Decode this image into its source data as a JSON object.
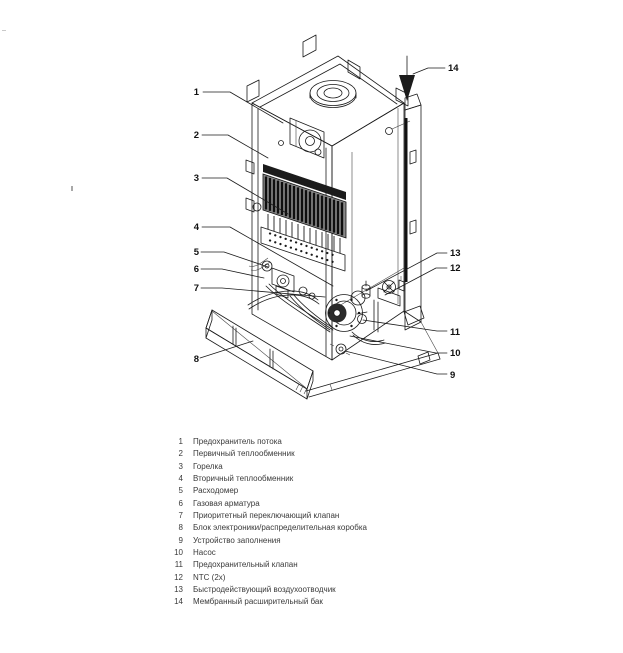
{
  "callouts": {
    "labels": [
      "1",
      "2",
      "3",
      "4",
      "5",
      "6",
      "7",
      "8",
      "9",
      "10",
      "11",
      "12",
      "13",
      "14"
    ]
  },
  "legend": {
    "items": [
      {
        "n": "1",
        "label": "Предохранитель потока"
      },
      {
        "n": "2",
        "label": "Первичный теплообменник"
      },
      {
        "n": "3",
        "label": "Горелка"
      },
      {
        "n": "4",
        "label": "Вторичный теплообменник"
      },
      {
        "n": "5",
        "label": "Расходомер"
      },
      {
        "n": "6",
        "label": "Газовая арматура"
      },
      {
        "n": "7",
        "label": "Приоритетный переключающий клапан"
      },
      {
        "n": "8",
        "label": "Блок электроники/распределительная коробка"
      },
      {
        "n": "9",
        "label": "Устройство заполнения"
      },
      {
        "n": "10",
        "label": "Насос"
      },
      {
        "n": "11",
        "label": "Предохранительный клапан"
      },
      {
        "n": "12",
        "label": "NTC (2x)"
      },
      {
        "n": "13",
        "label": "Быстродействующий воздухоотводчик"
      },
      {
        "n": "14",
        "label": "Мембранный расширительный бак"
      }
    ]
  },
  "colors": {
    "ink": "#1b1b1b",
    "legend_text": "#3a3a3a"
  }
}
